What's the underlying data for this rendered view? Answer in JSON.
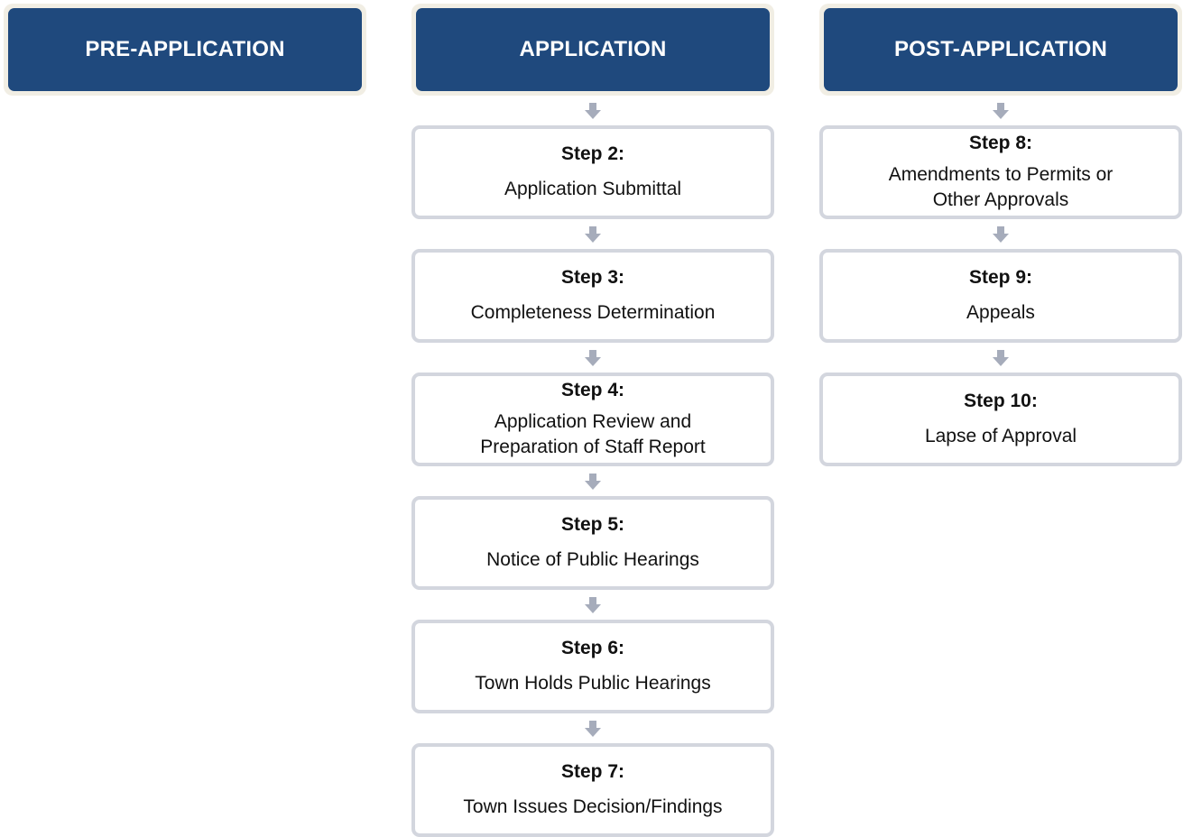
{
  "phases": {
    "pre": {
      "title": "PRE-APPLICATION"
    },
    "application": {
      "title": "APPLICATION",
      "steps": [
        {
          "label": "Step 2:",
          "desc": "Application Submittal"
        },
        {
          "label": "Step 3:",
          "desc": "Completeness Determination"
        },
        {
          "label": "Step 4:",
          "desc": "Application Review and\nPreparation of Staff Report"
        },
        {
          "label": "Step 5:",
          "desc": "Notice of Public Hearings"
        },
        {
          "label": "Step 6:",
          "desc": "Town Holds Public Hearings"
        },
        {
          "label": "Step 7:",
          "desc": "Town Issues Decision/Findings"
        }
      ]
    },
    "post": {
      "title": "POST-APPLICATION",
      "steps": [
        {
          "label": "Step 8:",
          "desc": "Amendments to Permits or\nOther Approvals"
        },
        {
          "label": "Step 9:",
          "desc": "Appeals"
        },
        {
          "label": "Step 10:",
          "desc": "Lapse of Approval"
        }
      ]
    }
  },
  "colors": {
    "header_bg": "#1f497d",
    "header_frame": "#f1eee4",
    "step_border": "#d3d6de",
    "arrow": "#a6acbb"
  }
}
